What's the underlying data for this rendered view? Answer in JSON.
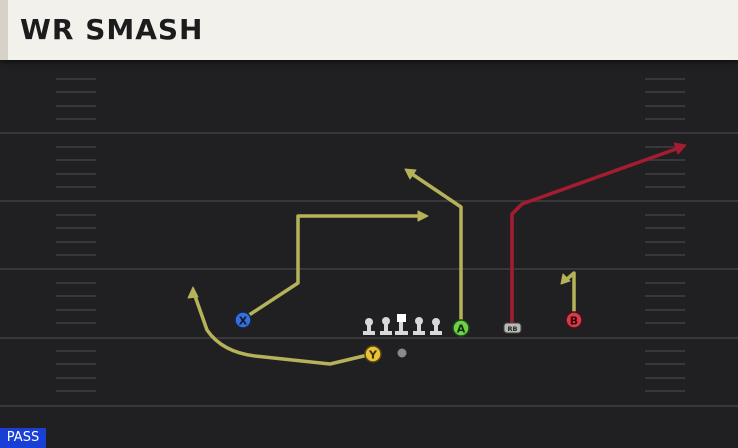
{
  "play": {
    "title": "WR SMASH",
    "type_badge": "PASS"
  },
  "players": [
    {
      "id": "X",
      "label": "X",
      "color": "#3a6fd8"
    },
    {
      "id": "Y",
      "label": "Y",
      "color": "#e8c23a"
    },
    {
      "id": "A",
      "label": "A",
      "color": "#6fd04a"
    },
    {
      "id": "B",
      "label": "B",
      "color": "#d83a4a"
    },
    {
      "id": "RB",
      "label": "RB",
      "color": "#9a9a9a"
    }
  ],
  "colors": {
    "route_primary": "#b5b259",
    "route_hot": "#a51c30",
    "field": "#202022",
    "yard_line": "#3a3a3d",
    "title_bg": "#f3f1ec",
    "badge_bg": "#1a3fd6"
  }
}
